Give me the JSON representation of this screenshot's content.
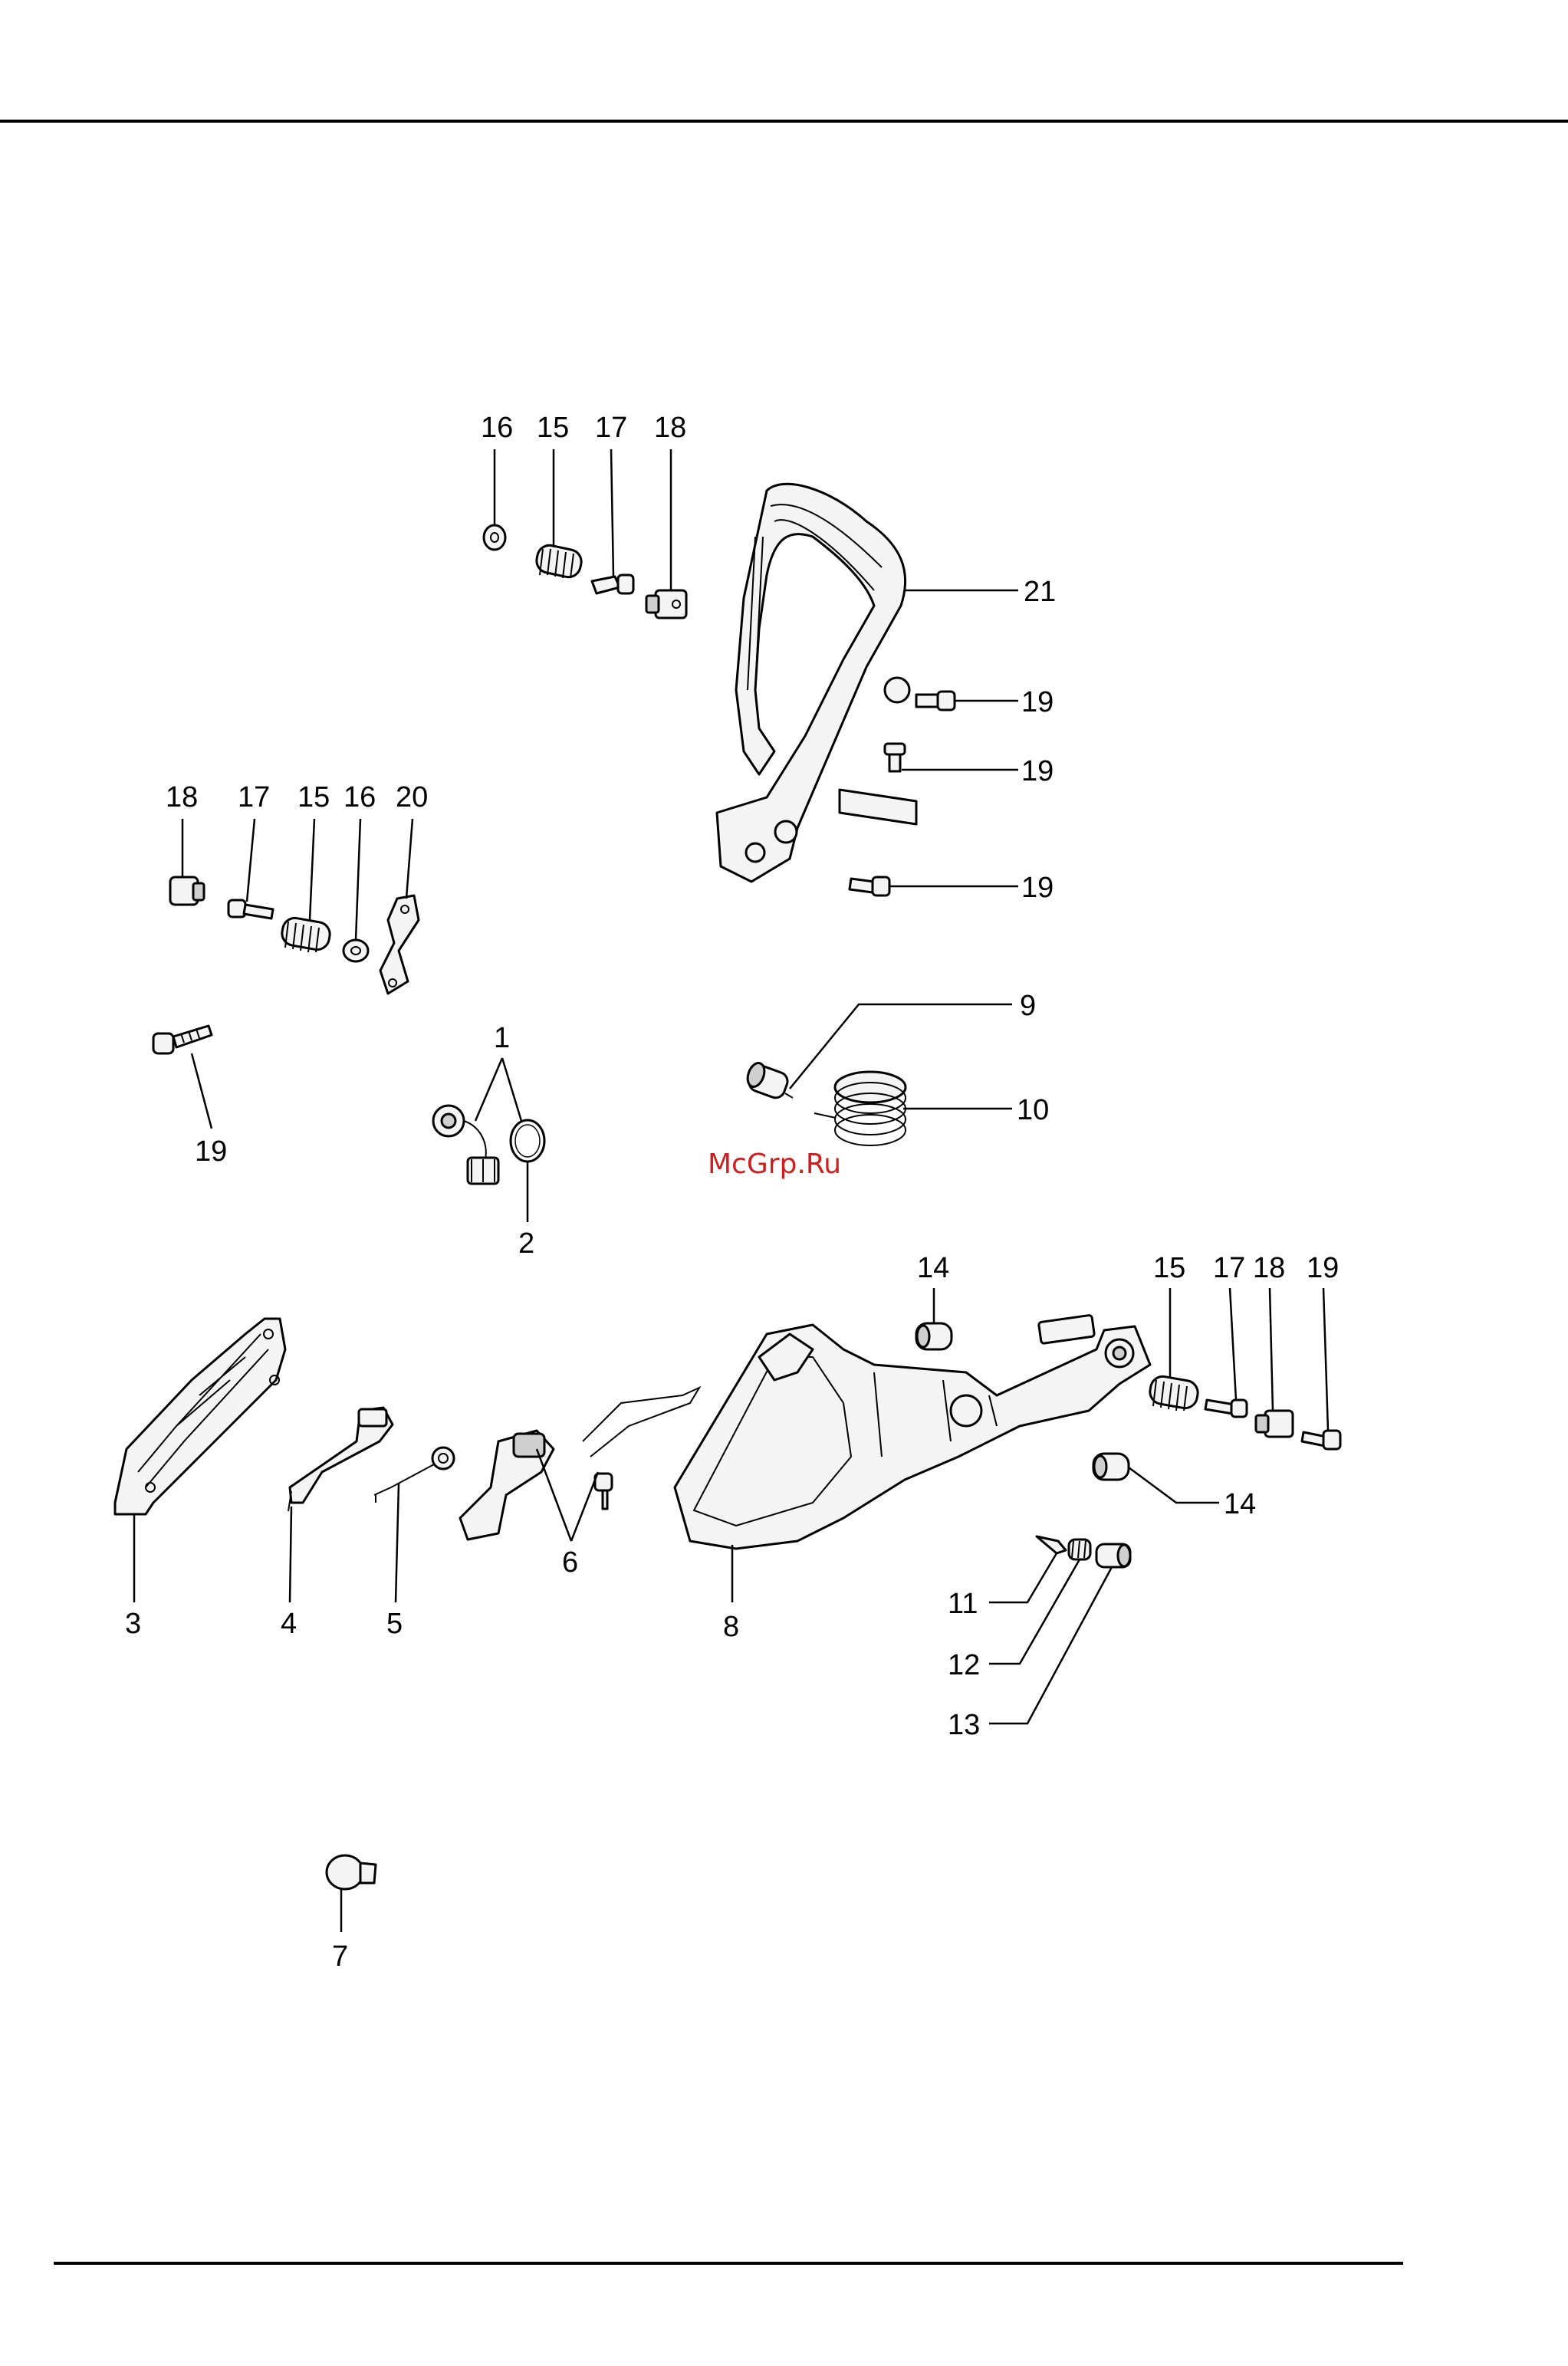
{
  "watermark": "McGrp.Ru",
  "callouts": {
    "c16a": "16",
    "c15a": "15",
    "c17a": "17",
    "c18a": "18",
    "c21": "21",
    "c19a": "19",
    "c19b": "19",
    "c19c": "19",
    "c18b": "18",
    "c17b": "17",
    "c15b": "15",
    "c16b": "16",
    "c20": "20",
    "c19d": "19",
    "c1": "1",
    "c2": "2",
    "c9": "9",
    "c10": "10",
    "c14a": "14",
    "c15c": "15",
    "c17c": "17",
    "c18c": "18",
    "c19e": "19",
    "c14b": "14",
    "c3": "3",
    "c4": "4",
    "c5": "5",
    "c6": "6",
    "c8": "8",
    "c11": "11",
    "c12": "12",
    "c13": "13",
    "c7": "7"
  }
}
